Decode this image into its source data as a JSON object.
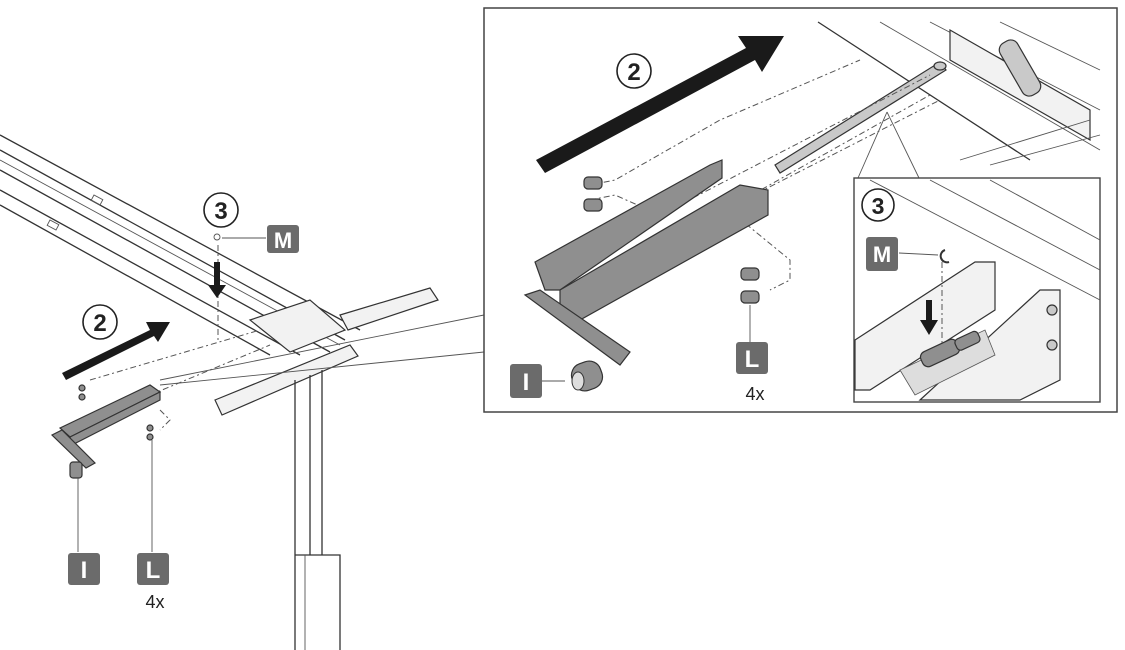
{
  "overview": {
    "step_2": "2",
    "step_3": "3",
    "part_m": "M",
    "part_i": "I",
    "part_l": "L",
    "qty_l": "4x"
  },
  "detail": {
    "step_2": "2",
    "part_i": "I",
    "part_l": "L",
    "qty_l": "4x"
  },
  "inset": {
    "step_3": "3",
    "part_m": "M"
  },
  "colors": {
    "badge": "#6b6b6b",
    "part": "#8f8f8f",
    "arrow": "#1a1a1a"
  }
}
